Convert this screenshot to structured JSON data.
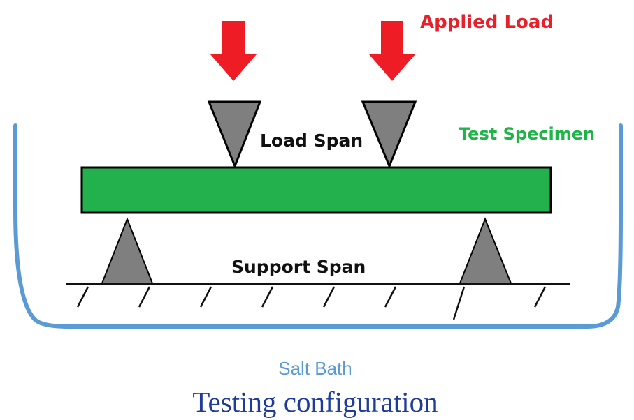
{
  "labels": {
    "applied_load": "Applied Load",
    "load_span": "Load Span",
    "test_specimen": "Test Specimen",
    "support_span": "Support Span",
    "salt_bath": "Salt Bath",
    "caption": "Testing configuration"
  },
  "colors": {
    "arrow": "#ee1c24",
    "specimen": "#22b14c",
    "specimen_label": "#1eb446",
    "wedge": "#7f7f7f",
    "bath_outline": "#5b9bd5",
    "salt_bath_label": "#5b9bd5",
    "caption": "#1f3c99",
    "applied_load_label": "#e8202a",
    "ink": "#111111"
  }
}
